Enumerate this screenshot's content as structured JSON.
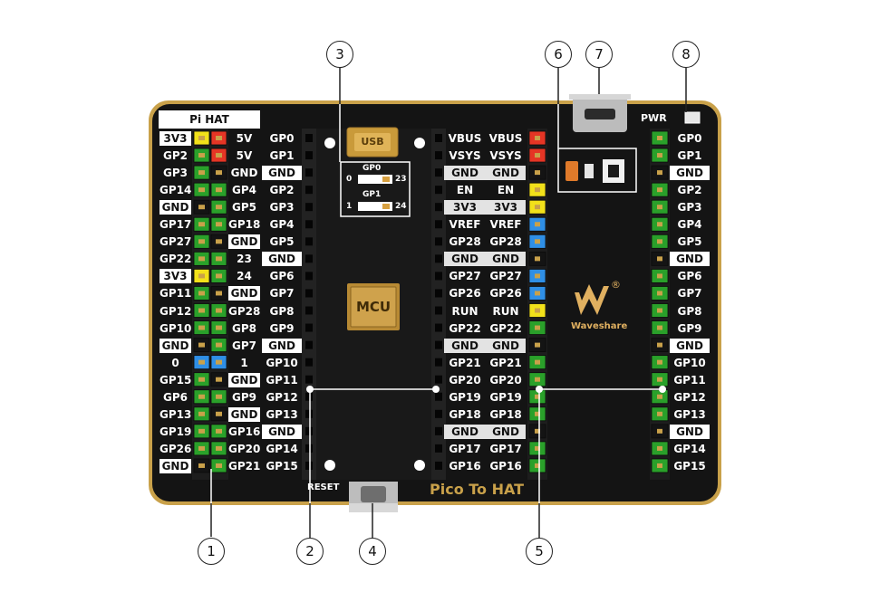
{
  "pihat_header": "Pi HAT",
  "pi_hat_rows": [
    {
      "a": "3V3",
      "b": "5V",
      "c": "GP0",
      "aw": true,
      "bw": false,
      "cw": false,
      "pl": "yellow",
      "pr": "red"
    },
    {
      "a": "GP2",
      "b": "5V",
      "c": "GP1",
      "aw": false,
      "bw": false,
      "cw": false,
      "pl": "green",
      "pr": "red"
    },
    {
      "a": "GP3",
      "b": "GND",
      "c": "GND",
      "aw": false,
      "bw": false,
      "cw": true,
      "pl": "green",
      "pr": "black"
    },
    {
      "a": "GP14",
      "b": "GP4",
      "c": "GP2",
      "aw": false,
      "bw": false,
      "cw": false,
      "pl": "green",
      "pr": "green"
    },
    {
      "a": "GND",
      "b": "GP5",
      "c": "GP3",
      "aw": true,
      "bw": false,
      "cw": false,
      "pl": "black",
      "pr": "green"
    },
    {
      "a": "GP17",
      "b": "GP18",
      "c": "GP4",
      "aw": false,
      "bw": false,
      "cw": false,
      "pl": "green",
      "pr": "green"
    },
    {
      "a": "GP27",
      "b": "GND",
      "c": "GP5",
      "aw": false,
      "bw": true,
      "cw": false,
      "pl": "green",
      "pr": "black"
    },
    {
      "a": "GP22",
      "b": "23",
      "c": "GND",
      "aw": false,
      "bw": false,
      "cw": true,
      "pl": "green",
      "pr": "green"
    },
    {
      "a": "3V3",
      "b": "24",
      "c": "GP6",
      "aw": true,
      "bw": false,
      "cw": false,
      "pl": "yellow",
      "pr": "green"
    },
    {
      "a": "GP11",
      "b": "GND",
      "c": "GP7",
      "aw": false,
      "bw": true,
      "cw": false,
      "pl": "green",
      "pr": "black"
    },
    {
      "a": "GP12",
      "b": "GP28",
      "c": "GP8",
      "aw": false,
      "bw": false,
      "cw": false,
      "pl": "green",
      "pr": "green"
    },
    {
      "a": "GP10",
      "b": "GP8",
      "c": "GP9",
      "aw": false,
      "bw": false,
      "cw": false,
      "pl": "green",
      "pr": "green"
    },
    {
      "a": "GND",
      "b": "GP7",
      "c": "GND",
      "aw": true,
      "bw": false,
      "cw": true,
      "pl": "black",
      "pr": "green"
    },
    {
      "a": "0",
      "b": "1",
      "c": "GP10",
      "aw": false,
      "bw": false,
      "cw": false,
      "pl": "blue",
      "pr": "blue"
    },
    {
      "a": "GP15",
      "b": "GND",
      "c": "GP11",
      "aw": false,
      "bw": true,
      "cw": false,
      "pl": "green",
      "pr": "black"
    },
    {
      "a": "GP6",
      "b": "GP9",
      "c": "GP12",
      "aw": false,
      "bw": false,
      "cw": false,
      "pl": "green",
      "pr": "green"
    },
    {
      "a": "GP13",
      "b": "GND",
      "c": "GP13",
      "aw": false,
      "bw": true,
      "cw": false,
      "pl": "green",
      "pr": "black"
    },
    {
      "a": "GP19",
      "b": "GP16",
      "c": "GND",
      "aw": false,
      "bw": false,
      "cw": true,
      "pl": "green",
      "pr": "green"
    },
    {
      "a": "GP26",
      "b": "GP20",
      "c": "GP14",
      "aw": false,
      "bw": false,
      "cw": false,
      "pl": "green",
      "pr": "green"
    },
    {
      "a": "GND",
      "b": "GP21",
      "c": "GP15",
      "aw": true,
      "bw": false,
      "cw": false,
      "pl": "black",
      "pr": "green"
    }
  ],
  "pico_rows": [
    {
      "l": "VBUS",
      "r": "VBUS",
      "g": false,
      "pin": "red"
    },
    {
      "l": "VSYS",
      "r": "VSYS",
      "g": false,
      "pin": "red"
    },
    {
      "l": "GND",
      "r": "GND",
      "g": true,
      "pin": "black"
    },
    {
      "l": "EN",
      "r": "EN",
      "g": false,
      "pin": "yellow"
    },
    {
      "l": "3V3",
      "r": "3V3",
      "g": true,
      "pin": "yellow"
    },
    {
      "l": "VREF",
      "r": "VREF",
      "g": false,
      "pin": "blue"
    },
    {
      "l": "GP28",
      "r": "GP28",
      "g": false,
      "pin": "blue"
    },
    {
      "l": "GND",
      "r": "GND",
      "g": true,
      "pin": "black"
    },
    {
      "l": "GP27",
      "r": "GP27",
      "g": false,
      "pin": "blue"
    },
    {
      "l": "GP26",
      "r": "GP26",
      "g": false,
      "pin": "blue"
    },
    {
      "l": "RUN",
      "r": "RUN",
      "g": false,
      "pin": "yellow"
    },
    {
      "l": "GP22",
      "r": "GP22",
      "g": false,
      "pin": "green"
    },
    {
      "l": "GND",
      "r": "GND",
      "g": true,
      "pin": "black"
    },
    {
      "l": "GP21",
      "r": "GP21",
      "g": false,
      "pin": "green"
    },
    {
      "l": "GP20",
      "r": "GP20",
      "g": false,
      "pin": "green"
    },
    {
      "l": "GP19",
      "r": "GP19",
      "g": false,
      "pin": "green"
    },
    {
      "l": "GP18",
      "r": "GP18",
      "g": false,
      "pin": "green"
    },
    {
      "l": "GND",
      "r": "GND",
      "g": true,
      "pin": "black"
    },
    {
      "l": "GP17",
      "r": "GP17",
      "g": false,
      "pin": "green"
    },
    {
      "l": "GP16",
      "r": "GP16",
      "g": false,
      "pin": "green"
    }
  ],
  "right_rows": [
    {
      "t": "GP0",
      "w": false,
      "pin": "green"
    },
    {
      "t": "GP1",
      "w": false,
      "pin": "green"
    },
    {
      "t": "GND",
      "w": true,
      "pin": "black"
    },
    {
      "t": "GP2",
      "w": false,
      "pin": "green"
    },
    {
      "t": "GP3",
      "w": false,
      "pin": "green"
    },
    {
      "t": "GP4",
      "w": false,
      "pin": "green"
    },
    {
      "t": "GP5",
      "w": false,
      "pin": "green"
    },
    {
      "t": "GND",
      "w": true,
      "pin": "black"
    },
    {
      "t": "GP6",
      "w": false,
      "pin": "green"
    },
    {
      "t": "GP7",
      "w": false,
      "pin": "green"
    },
    {
      "t": "GP8",
      "w": false,
      "pin": "green"
    },
    {
      "t": "GP9",
      "w": false,
      "pin": "green"
    },
    {
      "t": "GND",
      "w": true,
      "pin": "black"
    },
    {
      "t": "GP10",
      "w": false,
      "pin": "green"
    },
    {
      "t": "GP11",
      "w": false,
      "pin": "green"
    },
    {
      "t": "GP12",
      "w": false,
      "pin": "green"
    },
    {
      "t": "GP13",
      "w": false,
      "pin": "green"
    },
    {
      "t": "GND",
      "w": true,
      "pin": "black"
    },
    {
      "t": "GP14",
      "w": false,
      "pin": "green"
    },
    {
      "t": "GP15",
      "w": false,
      "pin": "green"
    }
  ],
  "labels": {
    "usb": "USB",
    "mcu": "MCU",
    "gp0": "GP0",
    "gp1": "GP1",
    "jumper_0": "0",
    "jumper_23": "23",
    "jumper_1": "1",
    "jumper_24": "24",
    "pwr": "PWR",
    "reset": "RESET",
    "title": "Pico To HAT",
    "brand": "Waveshare",
    "registered": "®"
  },
  "callouts": [
    "1",
    "2",
    "3",
    "4",
    "5",
    "6",
    "7",
    "8"
  ],
  "colors": {
    "board": "#111111",
    "gold": "#c9a14a",
    "pin_green": "#2aa02a",
    "pin_red": "#e53525",
    "pin_yellow": "#f2e11a",
    "pin_blue": "#2f8fe6",
    "pin_black": "#141414"
  }
}
